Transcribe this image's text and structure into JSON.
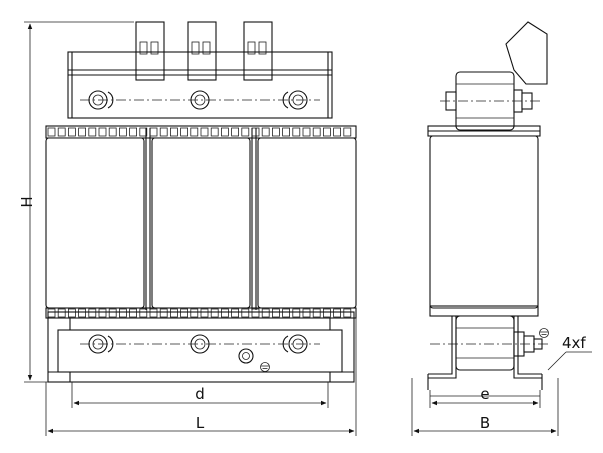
{
  "dimensions": {
    "height_label": "H",
    "pitch_label": "d",
    "length_label": "L",
    "mount_spacing_label": "e",
    "width_label": "B",
    "hole_label": "4xf"
  },
  "colors": {
    "line": "#111111",
    "background": "#ffffff"
  }
}
